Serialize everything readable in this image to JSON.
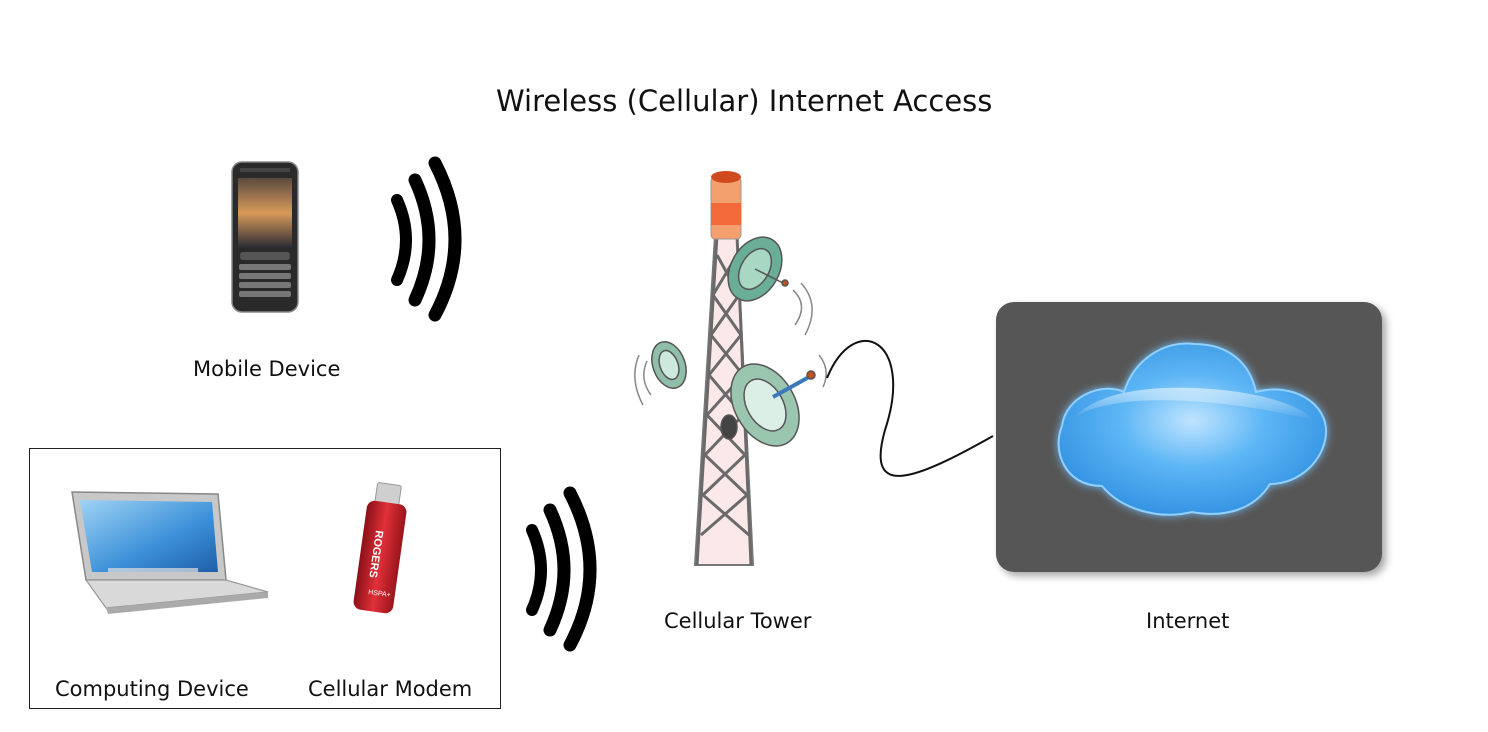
{
  "title": "Wireless (Cellular) Internet Access",
  "nodes": {
    "mobile_device": {
      "label": "Mobile Device",
      "icon": "smartphone-icon"
    },
    "computing_device": {
      "label": "Computing Device",
      "icon": "laptop-icon"
    },
    "cellular_modem": {
      "label": "Cellular Modem",
      "icon": "usb-modem-icon",
      "brand_text": "ROGERS",
      "badge_text": "HSPA+"
    },
    "cellular_tower": {
      "label": "Cellular Tower",
      "icon": "cell-tower-icon"
    },
    "internet": {
      "label": "Internet",
      "icon": "cloud-icon"
    }
  },
  "colors": {
    "cloud_box": "#565656",
    "cloud": "#4aa8f0",
    "modem": "#c8202a",
    "tower_frame": "#6a6a6a",
    "tower_tip": "#f26a3a",
    "dish": "#6aae98"
  }
}
